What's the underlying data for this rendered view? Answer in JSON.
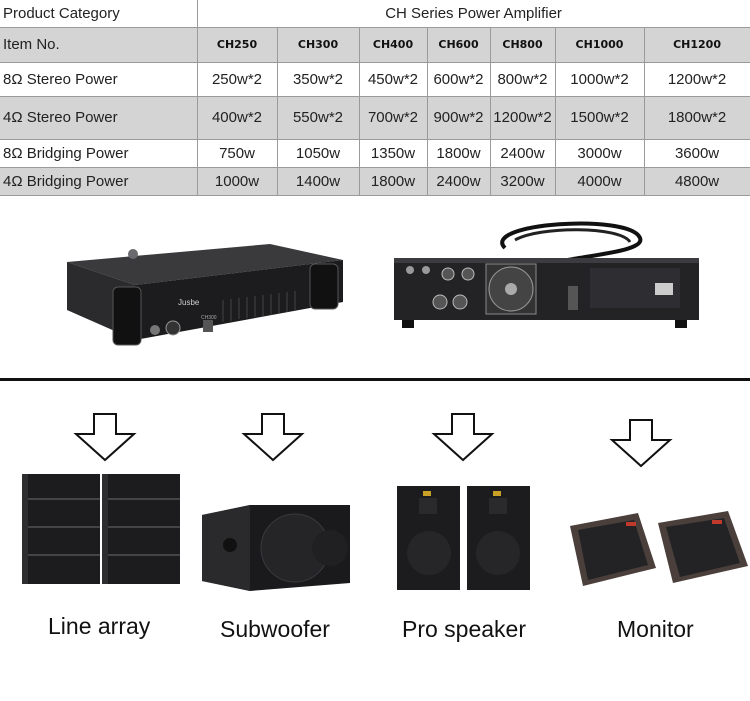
{
  "table": {
    "header_label": "Product Category",
    "header_title": "CH Series Power Amplifier",
    "item_label": "Item No.",
    "models": [
      "CH250",
      "CH300",
      "CH400",
      "CH600",
      "CH800",
      "CH1000",
      "CH1200"
    ],
    "rows": [
      {
        "label": "8Ω Stereo Power",
        "values": [
          "250w*2",
          "350w*2",
          "450w*2",
          "600w*2",
          "800w*2",
          "1000w*2",
          "1200w*2"
        ]
      },
      {
        "label": "4Ω Stereo Power",
        "values": [
          "400w*2",
          "550w*2",
          "700w*2",
          "900w*2",
          "1200w*2",
          "1500w*2",
          "1800w*2"
        ]
      },
      {
        "label": "8Ω Bridging Power",
        "values": [
          "750w",
          "1050w",
          "1350w",
          "1800w",
          "2400w",
          "3000w",
          "3600w"
        ]
      },
      {
        "label": "4Ω Bridging Power",
        "values": [
          "1000w",
          "1400w",
          "1800w",
          "2400w",
          "3200w",
          "4000w",
          "4800w"
        ]
      }
    ]
  },
  "amplifier": {
    "brand": "Jusbe",
    "model_label": "CH300"
  },
  "categories": [
    {
      "label": "Line array"
    },
    {
      "label": "Subwoofer"
    },
    {
      "label": "Pro speaker"
    },
    {
      "label": "Monitor"
    }
  ]
}
